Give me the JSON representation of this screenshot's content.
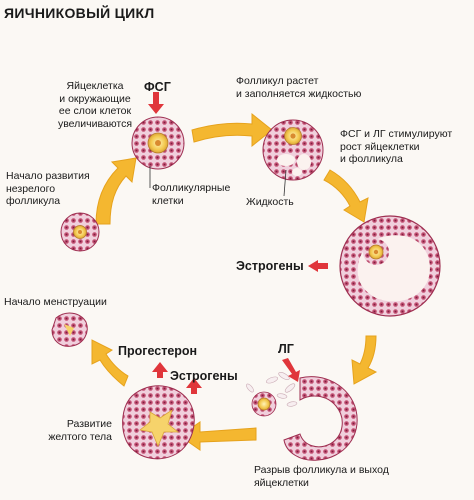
{
  "title": "ЯИЧНИКОВЫЙ ЦИКЛ",
  "labels": {
    "oocyte": "Яйцеклетка\nи окружающие\nее слои клеток\nувеличиваются",
    "fsh": "ФСГ",
    "follicle_grows": "Фолликул растет\nи заполняется жидкостью",
    "fsh_lh": "ФСГ и ЛГ стимулируют\nрост яйцеклетки\nи фолликула",
    "immature": "Начало развития\nнезрелого\nфолликула",
    "follicular_cells": "Фолликулярные\nклетки",
    "fluid": "Жидкость",
    "estrogens1": "Эстрогены",
    "menstruation": "Начало менструации",
    "progesterone": "Прогестерон",
    "lh": "ЛГ",
    "estrogens2": "Эстрогены",
    "corpus_luteum": "Развитие\nжелтого тела",
    "rupture": "Разрыв фолликула и выход\nяйцеклетки"
  },
  "colors": {
    "arrow": "#f4b730",
    "hormone_arrow": "#e0363b",
    "tissue": "#b13a5e",
    "cell": "#f2d2de",
    "fluid": "#fbf2ef",
    "egg": "#f6d36b"
  }
}
